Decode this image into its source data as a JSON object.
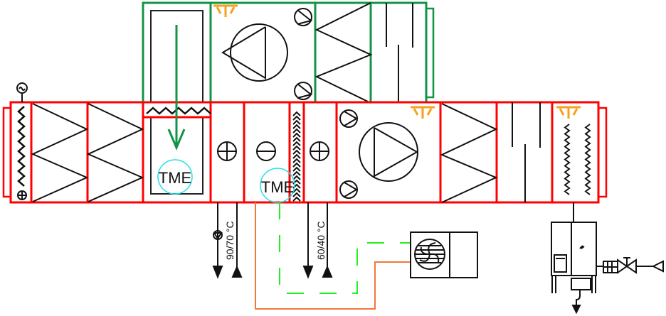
{
  "labels": {
    "tme_1": "TME",
    "tme_2": "TME",
    "heating_temp": "90/70 °C",
    "reheat_temp": "60/40 °C"
  },
  "colors": {
    "supply_unit": "#ff0000",
    "exhaust_unit": "#129447",
    "sensor": "#22e0e8",
    "lamp": "#f7a01e",
    "refrigerant_gas": "#22ee22",
    "refrigerant_liquid": "#f07838",
    "line": "#111111"
  },
  "icons": [
    "fan-icon",
    "filter-icon",
    "heating-coil-icon",
    "cooling-coil-icon",
    "uv-lamp-icon",
    "pump-icon",
    "motor-icon",
    "humidifier-icon",
    "condenser-icon",
    "valve-icon"
  ]
}
